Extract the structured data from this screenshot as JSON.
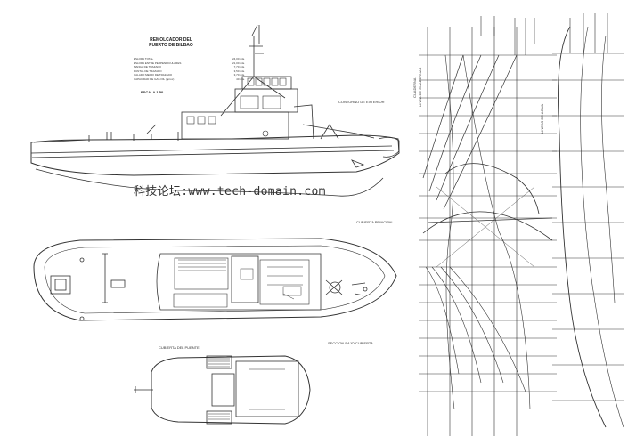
{
  "drawing": {
    "title_line1": "REMOLCADOR DEL",
    "title_line2": "PUERTO DE BILBAO",
    "scale": "ESCALA 1/50",
    "watermark": "科技论坛:www.tech-domain.com",
    "specs": [
      {
        "label": "ESLORA TOTAL",
        "value": "24,00 mts."
      },
      {
        "label": "ESLORA ENTRE PERPENDICULARES",
        "value": "21,00 mts."
      },
      {
        "label": "MANGA DE TRAZADO",
        "value": "7,70 mts."
      },
      {
        "label": "PUNTAL DE TRAZADO",
        "value": "3,50 mts."
      },
      {
        "label": "CALADO MEDIO DE TRAZADO",
        "value": "3,70 mts."
      },
      {
        "label": "CAPACIDAD DE GAS OIL (aprox)",
        "value": "40 mts."
      }
    ],
    "labels": {
      "contorno": "CONTORNO DE EXTERIOR",
      "cubierta_principal": "CUBIERTA PRINCIPAL",
      "cubierta_puente": "CUBIERTA DEL PUENTE",
      "seccion_bajo": "SECCION BAJO CUBIERTA",
      "lineas_agua": "LINEAS DE AGUA",
      "cuaderna": "CUADERNA",
      "linea_cuadernas": "LINEA DE CUADERNAS"
    }
  }
}
